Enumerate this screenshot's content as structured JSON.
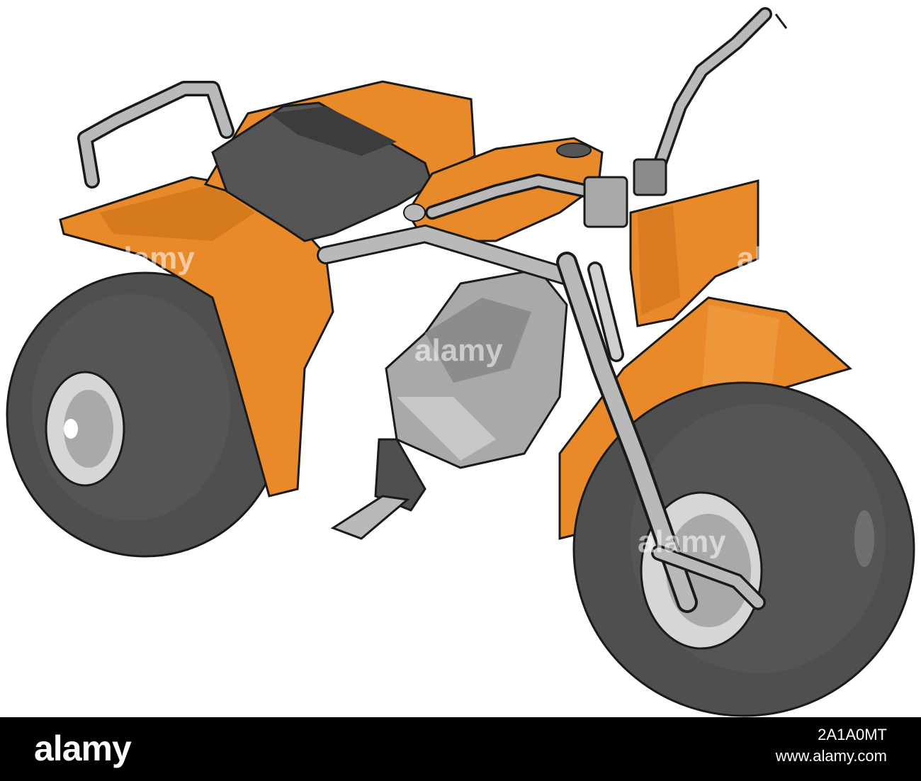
{
  "illustration": {
    "subject": "three-wheeled motorcycle",
    "colors": {
      "body": "#e8892a",
      "body_shade": "#c96f18",
      "body_light": "#f3a54a",
      "tire": "#4f4f4f",
      "tire_dark": "#3a3a3a",
      "metal": "#b9b9b9",
      "metal_dark": "#8c8c8c",
      "seat": "#555555",
      "outline": "#1a1a1a"
    }
  },
  "watermark": {
    "text": "alamy"
  },
  "footer": {
    "logo": "alamy",
    "image_id": "2A1A0MT",
    "url": "www.alamy.com",
    "background": "#000000",
    "text_color": "#ffffff"
  }
}
